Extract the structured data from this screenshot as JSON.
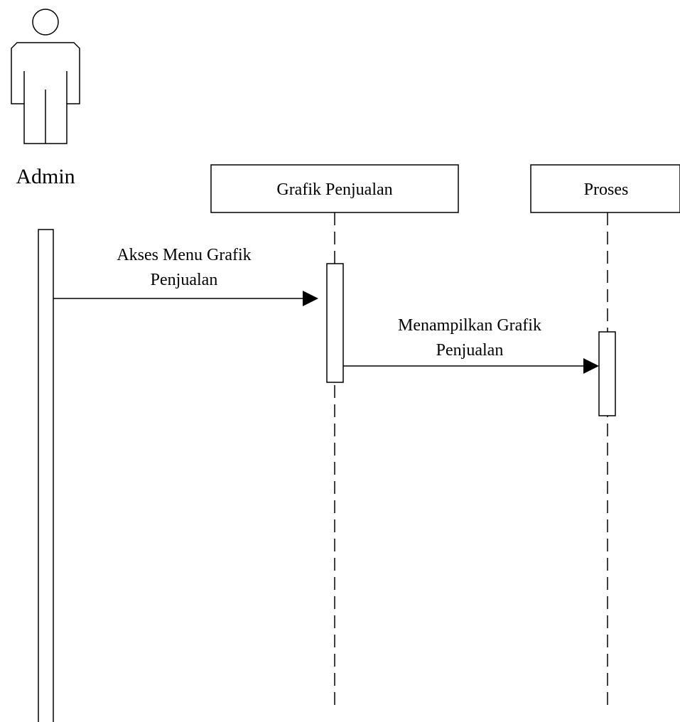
{
  "actor": {
    "label": "Admin"
  },
  "lifelines": [
    {
      "label": "Grafik Penjualan"
    },
    {
      "label": "Proses"
    }
  ],
  "messages": [
    {
      "lines": [
        "Akses Menu Grafik",
        "Penjualan"
      ]
    },
    {
      "lines": [
        "Menampilkan Grafik",
        "Penjualan"
      ]
    }
  ],
  "icons": {
    "actor": "stick-figure-icon",
    "arrowhead": "filled-triangle-arrow"
  },
  "colors": {
    "line": "#000000",
    "background": "#ffffff"
  }
}
